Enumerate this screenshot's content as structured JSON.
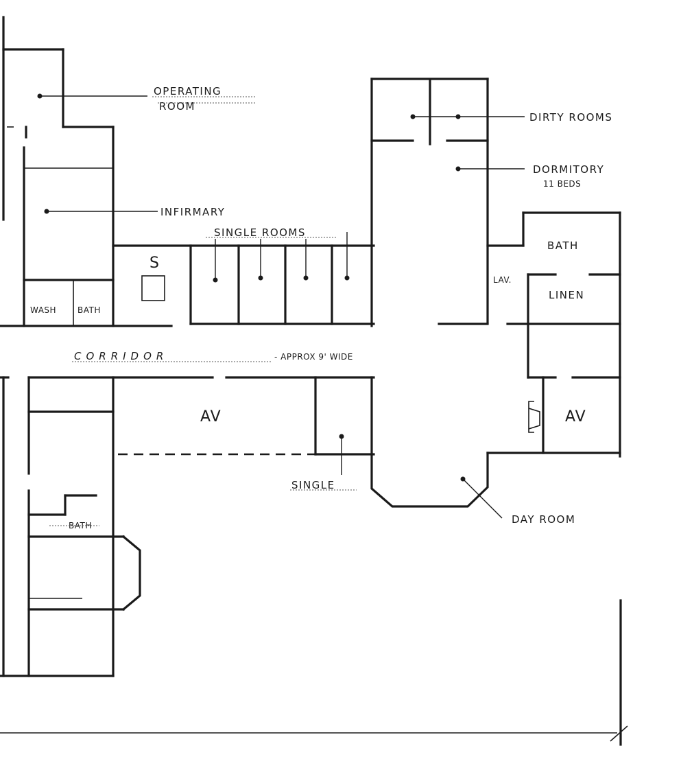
{
  "labels": {
    "operating_line1": "OPERATING",
    "operating_line2": "ROOM",
    "dirty_rooms": "DIRTY ROOMS",
    "dormitory_line1": "DORMITORY",
    "dormitory_line2": "11 BEDS",
    "infirmary": "INFIRMARY",
    "single_rooms": "SINGLE ROOMS",
    "bath_right": "BATH",
    "lav": "LAV.",
    "linen": "LINEN",
    "s_mark": "S",
    "wash": "WASH",
    "bath_left": "BATH",
    "corridor": "CORRIDOR",
    "corridor_width": "- APPROX 9' WIDE",
    "av_center": "AV",
    "av_right": "AV",
    "single": "SINGLE",
    "bath_lower": "BATH",
    "day_room": "DAY ROOM"
  }
}
